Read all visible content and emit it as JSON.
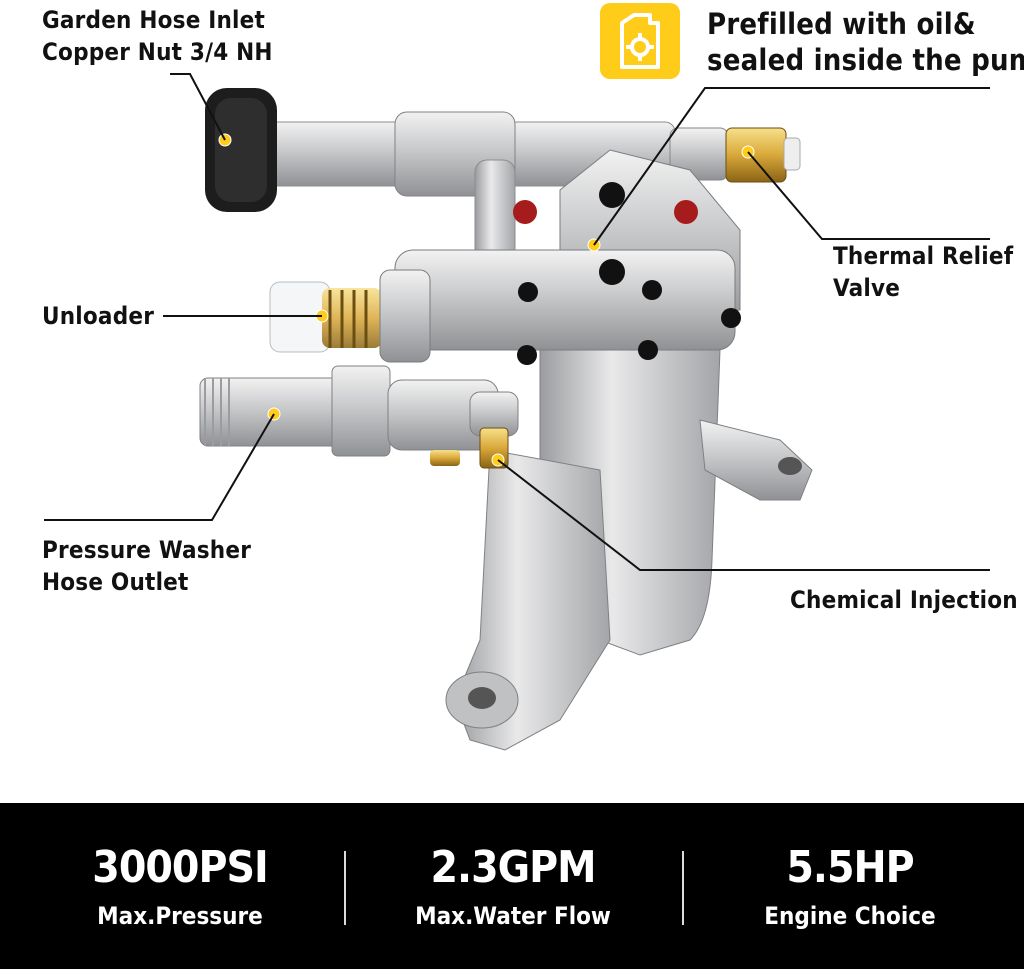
{
  "labels": {
    "garden_hose_line1": "Garden Hose Inlet",
    "garden_hose_line2": "Copper Nut 3/4 NH",
    "prefilled_line1": "Prefilled with oil&",
    "prefilled_line2": "sealed inside the pump",
    "thermal_line1": "Thermal Relief",
    "thermal_line2": "Valve",
    "unloader": "Unloader",
    "outlet_line1": "Pressure Washer",
    "outlet_line2": "Hose Outlet",
    "chemical": "Chemical Injection"
  },
  "stats": [
    {
      "value": "3000PSI",
      "caption": "Max.Pressure"
    },
    {
      "value": "2.3GPM",
      "caption": "Max.Water Flow"
    },
    {
      "value": "5.5HP",
      "caption": "Engine Choice"
    }
  ],
  "icons": {
    "oil": "oil-canister-gear-icon"
  },
  "colors": {
    "accent": "#ffcc1a",
    "band": "#000000",
    "text": "#111111"
  }
}
